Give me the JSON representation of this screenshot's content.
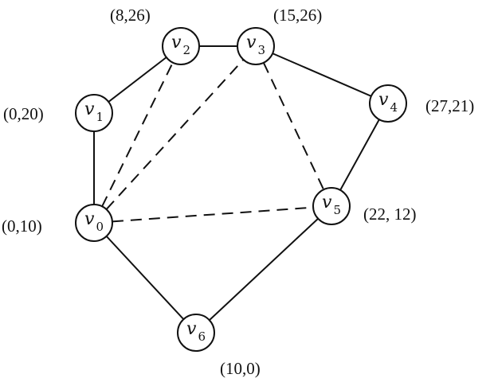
{
  "colors": {
    "line": "#111111",
    "node_fill": "#ffffff",
    "background": "#ffffff"
  },
  "nodes": [
    {
      "id": "v0",
      "letter": "v",
      "sub": "0",
      "coord": "(0,10)"
    },
    {
      "id": "v1",
      "letter": "v",
      "sub": "1",
      "coord": "(0,20)"
    },
    {
      "id": "v2",
      "letter": "v",
      "sub": "2",
      "coord": "(8,26)"
    },
    {
      "id": "v3",
      "letter": "v",
      "sub": "3",
      "coord": "(15,26)"
    },
    {
      "id": "v4",
      "letter": "v",
      "sub": "4",
      "coord": "(27,21)"
    },
    {
      "id": "v5",
      "letter": "v",
      "sub": "5",
      "coord": "(22, 12)"
    },
    {
      "id": "v6",
      "letter": "v",
      "sub": "6",
      "coord": "(10,0)"
    }
  ],
  "edges": [
    {
      "from": "v0",
      "to": "v1",
      "style": "solid"
    },
    {
      "from": "v1",
      "to": "v2",
      "style": "solid"
    },
    {
      "from": "v2",
      "to": "v3",
      "style": "solid"
    },
    {
      "from": "v3",
      "to": "v4",
      "style": "solid"
    },
    {
      "from": "v4",
      "to": "v5",
      "style": "solid"
    },
    {
      "from": "v5",
      "to": "v6",
      "style": "solid"
    },
    {
      "from": "v6",
      "to": "v0",
      "style": "solid"
    },
    {
      "from": "v0",
      "to": "v2",
      "style": "dashed"
    },
    {
      "from": "v0",
      "to": "v3",
      "style": "dashed"
    },
    {
      "from": "v0",
      "to": "v5",
      "style": "dashed"
    },
    {
      "from": "v3",
      "to": "v5",
      "style": "dashed"
    }
  ]
}
